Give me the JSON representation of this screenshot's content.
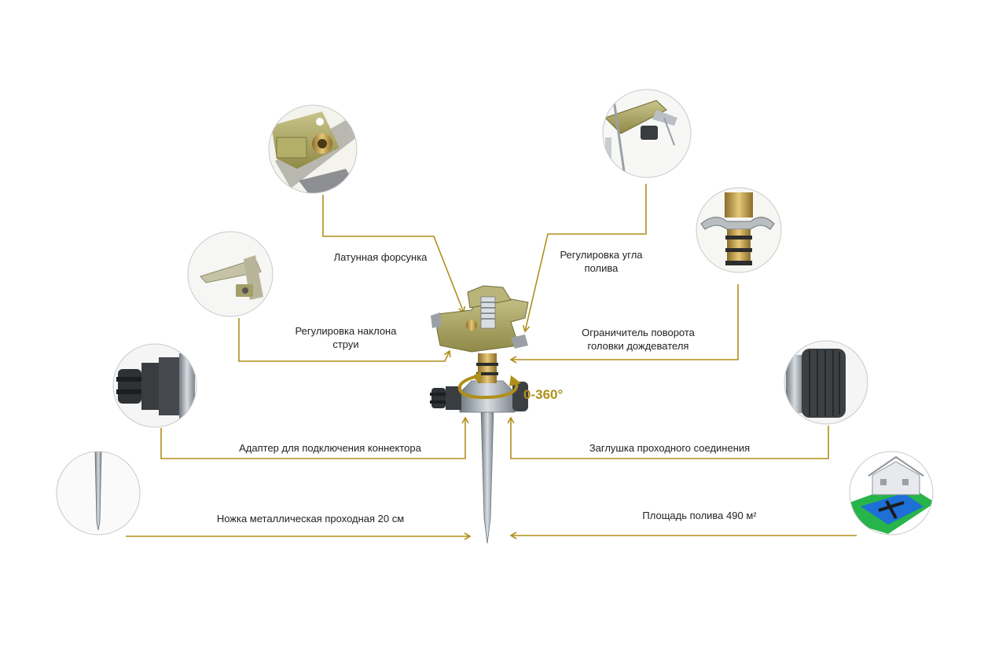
{
  "colors": {
    "connector": "#b08f1a",
    "circle_border": "#c9c9c9",
    "body_olive": "#a9a45d",
    "metal": "#9aa3ab",
    "dark": "#3a3d40",
    "lawn": "#27b44a",
    "water": "#1e6fd6"
  },
  "labels": {
    "nozzle": "Латунная форсунка",
    "angle_adjust": "Регулировка угла\nполива",
    "jet_tilt": "Регулировка наклона\nструи",
    "rotation_limiter": "Ограничитель поворота\nголовки дождевателя",
    "adapter": "Адаптер для подключения коннектора",
    "plug": "Заглушка проходного соединения",
    "spike": "Ножка металлическая проходная 20 см",
    "area": "Площадь полива 490 м²"
  },
  "rotation_range": "0-360°"
}
